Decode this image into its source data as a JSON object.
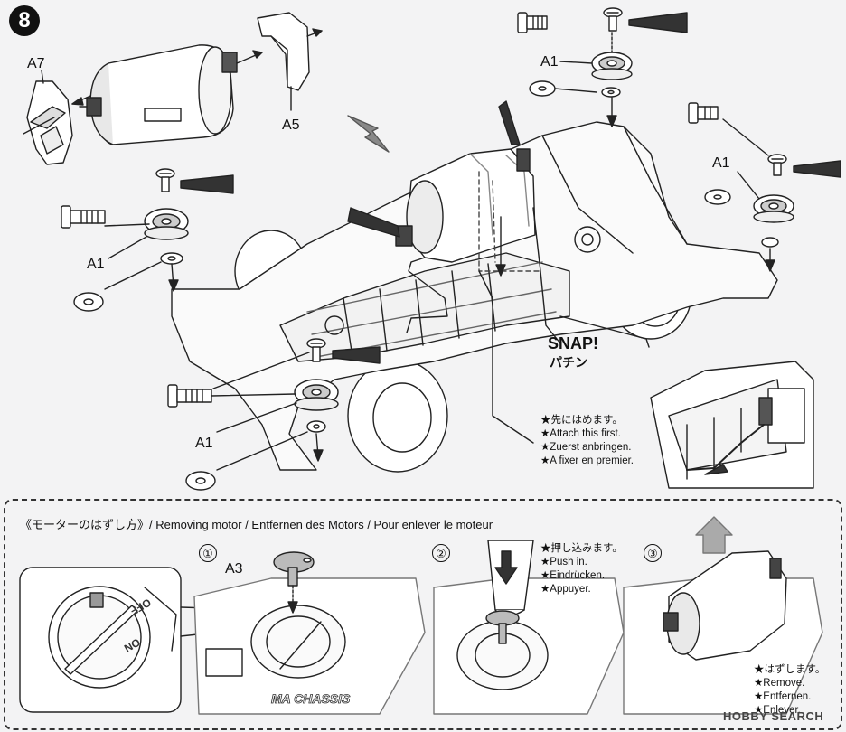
{
  "step": {
    "number": "8"
  },
  "part_labels": {
    "a7": "A7",
    "a5": "A5",
    "a1_top_right": "A1",
    "a1_right": "A1",
    "a1_left": "A1",
    "a1_bottom": "A1",
    "a3": "A3"
  },
  "snap": {
    "text": "SNAP!",
    "japanese": "パチン"
  },
  "attach_first_notes": [
    "★先にはめます。",
    "★Attach this first.",
    "★Zuerst anbringen.",
    "★A fixer en premier."
  ],
  "removing_motor": {
    "title": "《モーターのはずし方》/ Removing motor / Entfernen des Motors / Pour enlever le moteur",
    "steps": [
      "①",
      "②",
      "③"
    ],
    "push_notes": [
      "★押し込みます。",
      "★Push in.",
      "★Eindrücken.",
      "★Appuyer."
    ],
    "remove_notes": [
      "★はずします。",
      "★Remove.",
      "★Entfernen.",
      "★Enlever."
    ],
    "switch_labels": {
      "on": "ON",
      "off": "OFF"
    },
    "chassis_label": "MA CHASSIS"
  },
  "watermark": "HOBBY SEARCH"
}
